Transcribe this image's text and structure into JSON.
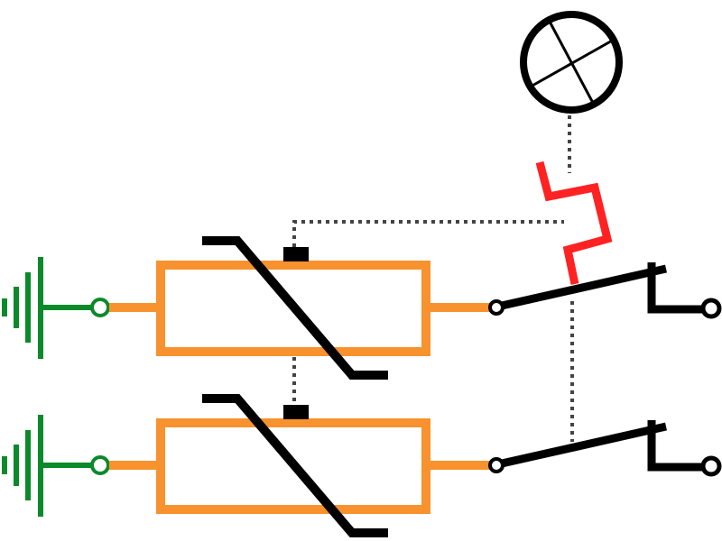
{
  "diagram": {
    "type": "schematic",
    "text_labels": [],
    "colors": {
      "ground": "#0a8a2a",
      "wire": "#f7922e",
      "resistor": "#f7922e",
      "thermistor_slash": "#000000",
      "control_link": "#444444",
      "bimetal": "#ff2222",
      "lamp": "#000000",
      "switch": "#000000",
      "background": "#ffffff"
    },
    "icons": [
      "ground-symbol-icon",
      "terminal-icon",
      "resistor-icon",
      "thermistor-icon",
      "switch-icon",
      "lamp-icon",
      "bimetal-strip-icon"
    ],
    "branches": [
      {
        "ground": "ground-symbol-icon",
        "resistor": "ptc-thermistor",
        "switch": "spst-switch"
      },
      {
        "ground": "ground-symbol-icon",
        "resistor": "ptc-thermistor",
        "switch": "spst-switch"
      }
    ]
  }
}
